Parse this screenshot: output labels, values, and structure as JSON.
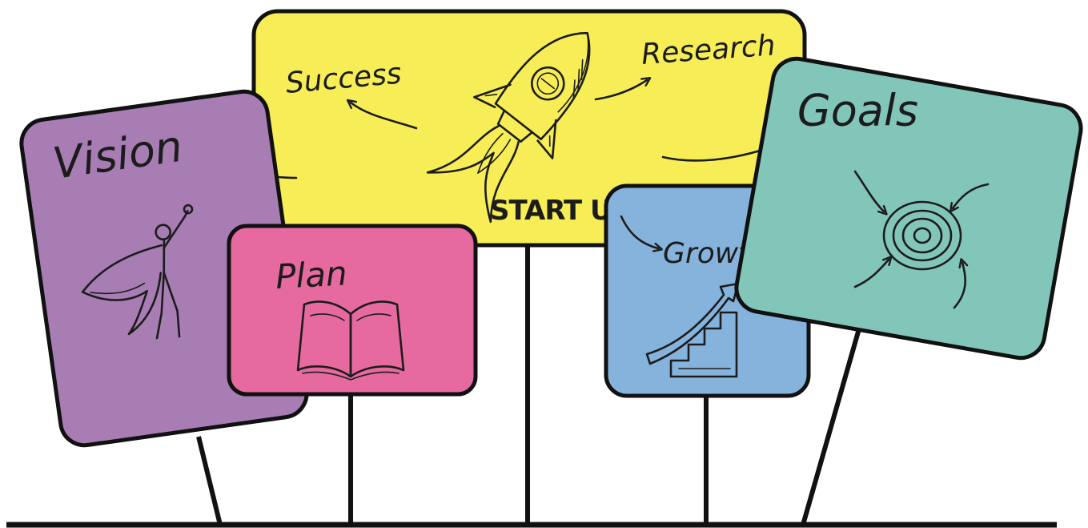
{
  "signs": {
    "startup": {
      "center_text": "START UP",
      "success": "Success",
      "research": "Research",
      "color": "#f7ee57"
    },
    "vision": {
      "label": "Vision",
      "color": "#a77db3"
    },
    "plan": {
      "label": "Plan",
      "color": "#e66aa0"
    },
    "growth": {
      "label": "Growth",
      "color": "#86b3dc"
    },
    "goals": {
      "label": "Goals",
      "color": "#82c6b9"
    }
  },
  "icons": {
    "startup": "rocket-icon",
    "vision": "superhero-icon",
    "plan": "open-book-icon",
    "growth": "growth-stairs-icon",
    "goals": "target-icon"
  }
}
